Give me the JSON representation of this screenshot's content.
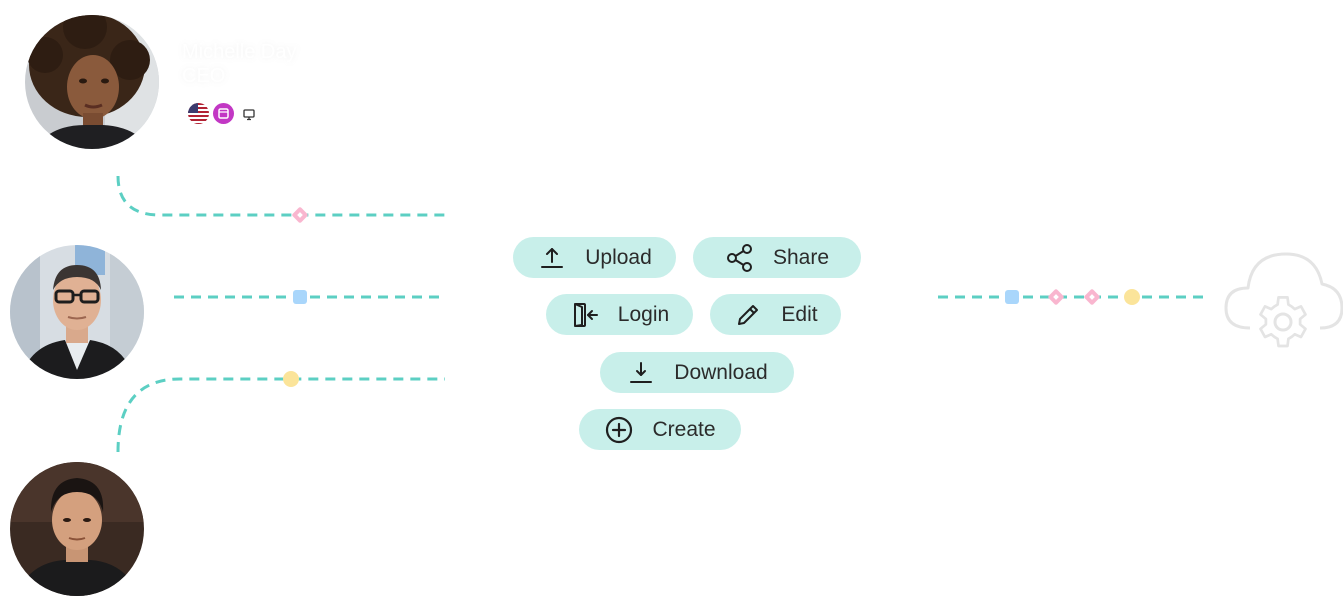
{
  "profile": {
    "name": "Michelle Day",
    "role": "CEO",
    "badges": [
      {
        "icon": "us-flag-icon",
        "color": "#b22234"
      },
      {
        "icon": "calendar-app-icon",
        "color": "#c237c4"
      },
      {
        "icon": "monitor-icon",
        "color": "#333333"
      }
    ]
  },
  "actions": [
    {
      "id": "upload",
      "label": "Upload",
      "icon": "upload-icon"
    },
    {
      "id": "share",
      "label": "Share",
      "icon": "share-icon"
    },
    {
      "id": "login",
      "label": "Login",
      "icon": "login-icon"
    },
    {
      "id": "edit",
      "label": "Edit",
      "icon": "pencil-icon"
    },
    {
      "id": "download",
      "label": "Download",
      "icon": "download-icon"
    },
    {
      "id": "create",
      "label": "Create",
      "icon": "plus-circle-icon"
    }
  ],
  "colors": {
    "button_bg": "#c8efea",
    "connector": "#5ccfc3",
    "marker_pink": "#f9b6cf",
    "marker_blue": "#a9d6fb",
    "marker_yellow": "#fbe49a",
    "cloud_outline": "#e4e4e4"
  }
}
